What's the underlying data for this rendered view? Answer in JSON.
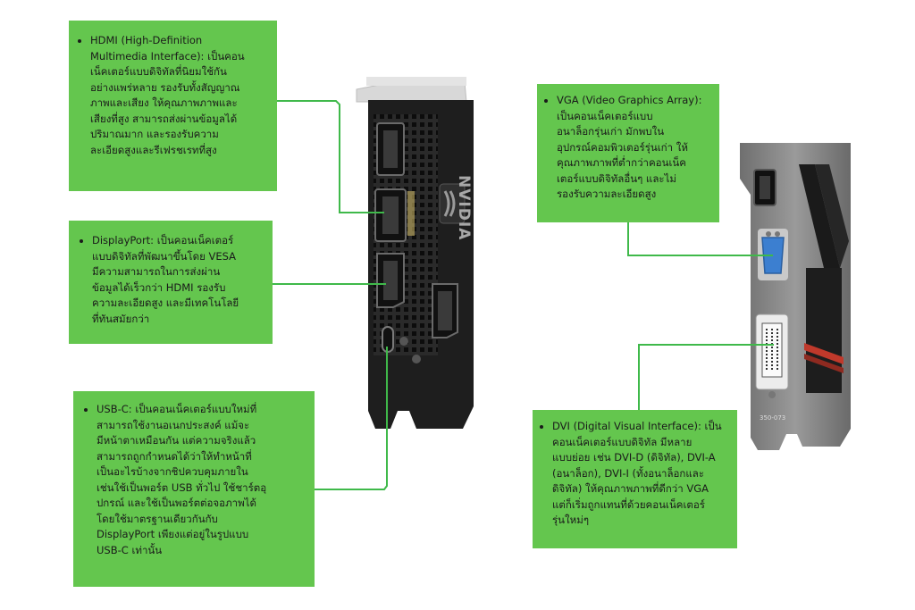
{
  "callouts": {
    "hdmi": "HDMI (High-Definition\nMultimedia Interface): เป็นคอน\nเน็คเตอร์แบบดิจิทัลที่นิยมใช้กัน\nอย่างแพร่หลาย รองรับทั้งสัญญาณ\nภาพและเสียง ให้คุณภาพภาพและ\nเสียงที่สูง สามารถส่งผ่านข้อมูลได้\nปริมาณมาก และรองรับความ\nละเอียดสูงและรีเฟรชเรทที่สูง",
    "displayport": "DisplayPort: เป็นคอนเน็คเตอร์\nแบบดิจิทัลที่พัฒนาขึ้นโดย VESA\nมีความสามารถในการส่งผ่าน\nข้อมูลได้เร็วกว่า HDMI รองรับ\nความละเอียดสูง และมีเทคโนโลยี\nที่ทันสมัยกว่า",
    "usbc": "USB-C: เป็นคอนเน็คเตอร์แบบใหม่ที่\nสามารถใช้งานอเนกประสงค์ แม้จะ\nมีหน้าตาเหมือนกัน แต่ความจริงแล้ว\nสามารถถูกกำหนดได้ว่าให้ทำหน้าที่\nเป็นอะไรบ้างจากชิปควบคุมภายใน\nเช่นใช้เป็นพอร์ต USB ทั่วไป ใช้ชาร์ตอุ\nปกรณ์ และใช้เป็นพอร์ตต่อจอภาพได้\nโดยใช้มาตรฐานเดียวกันกับ\nDisplayPort เพียงแต่อยู่ในรูปแบบ\nUSB-C เท่านั้น",
    "vga": "VGA (Video Graphics Array):\nเป็นคอนเน็คเตอร์แบบ\nอนาล็อกรุ่นเก่า มักพบใน\nอุปกรณ์คอมพิวเตอร์รุ่นเก่า ให้\nคุณภาพภาพที่ต่ำกว่าคอนเน็ค\nเตอร์แบบดิจิทัลอื่นๆ และไม่\nรองรับความละเอียดสูง",
    "dvi": "DVI (Digital Visual Interface): เป็น\nคอนเน็คเตอร์แบบดิจิทัล มีหลาย\nแบบย่อย เช่น DVI-D (ดิจิทัล), DVI-A\n(อนาล็อก), DVI-I (ทั้งอนาล็อกและ\nดิจิทัล) ให้คุณภาพภาพที่ดีกว่า VGA\nแต่ก็เริ่มถูกแทนที่ด้วยคอนเน็คเตอร์\nรุ่นใหม่ๆ"
  },
  "bracket_labels": {
    "nvidia_logo": "NVIDIA",
    "part_number": "350-073"
  },
  "colors": {
    "callout_bg": "#64c64e",
    "leader_line": "#3fb94a",
    "bracket_dark": "#1e1e1e",
    "bracket_silver": "#8a8a8a",
    "vga_blue": "#3c7fd0"
  }
}
